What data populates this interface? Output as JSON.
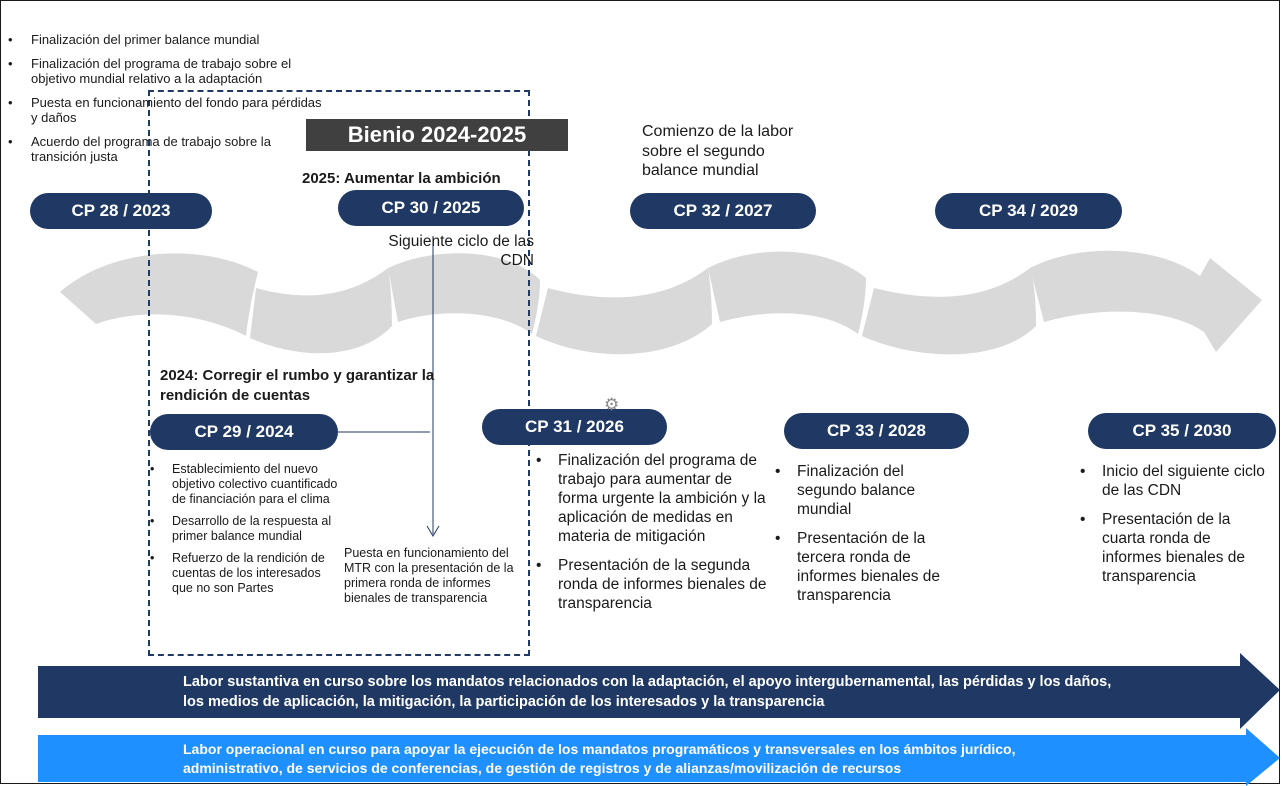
{
  "top_list": [
    "Finalización del primer balance mundial",
    "Finalización del programa de trabajo sobre el objetivo mundial relativo a la adaptación",
    "Puesta en funcionamiento del fondo para pérdidas y daños",
    "Acuerdo del programa de trabajo sobre la transición justa"
  ],
  "bienio_label": "Bienio 2024-2025",
  "heading_2025": "2025: Aumentar la ambición",
  "heading_2024": "2024: Corregir el rumbo y garantizar la rendición de cuentas",
  "cp_labels": {
    "cp28": "CP 28 / 2023",
    "cp29": "CP 29 / 2024",
    "cp30": "CP 30 / 2025",
    "cp31": "CP 31 / 2026",
    "cp32": "CP 32 / 2027",
    "cp33": "CP 33 / 2028",
    "cp34": "CP 34 / 2029",
    "cp35": "CP 35 / 2030"
  },
  "cp30_note": "Siguiente ciclo de las CDN",
  "cp32_note": "Comienzo de la labor sobre el segundo balance mundial",
  "cp29_list": [
    "Establecimiento del nuevo objetivo colectivo cuantificado de financiación para el clima",
    "Desarrollo de la respuesta al primer balance mundial",
    "Refuerzo de la rendición de cuentas de los interesados que no son Partes"
  ],
  "mtr_note": "Puesta en funcionamiento del MTR con la presentación de la primera ronda de informes bienales de transparencia",
  "cp31_list": [
    "Finalización del programa de trabajo para aumentar de forma urgente la ambición y la aplicación de medidas en materia de mitigación",
    "Presentación de la segunda ronda de informes bienales de transparencia"
  ],
  "cp33_list": [
    "Finalización del segundo balance mundial",
    "Presentación de la tercera ronda de informes bienales de transparencia"
  ],
  "cp35_list": [
    "Inicio del siguiente ciclo de las CDN",
    "Presentación de la cuarta ronda de informes bienales de transparencia"
  ],
  "band1": {
    "line1": "Labor sustantiva en curso sobre los mandatos relacionados con la adaptación, el apoyo intergubernamental, las pérdidas y los daños,",
    "line2": "los medios de aplicación, la mitigación, la participación de los interesados y la transparencia",
    "color": "#1f3864"
  },
  "band2": {
    "line1": "Labor operacional en curso para apoyar la ejecución de los mandatos programáticos y transversales en los ámbitos jurídico,",
    "line2": "administrativo, de servicios de conferencias, de gestión de registros y de alianzas/movilización de recursos",
    "color": "#1e90ff"
  },
  "colors": {
    "pill": "#1f3864",
    "wave": "#d9d9d9",
    "bienio_bg": "#404040"
  },
  "icons": [
    "gear-icon",
    "down-arrow-icon"
  ]
}
